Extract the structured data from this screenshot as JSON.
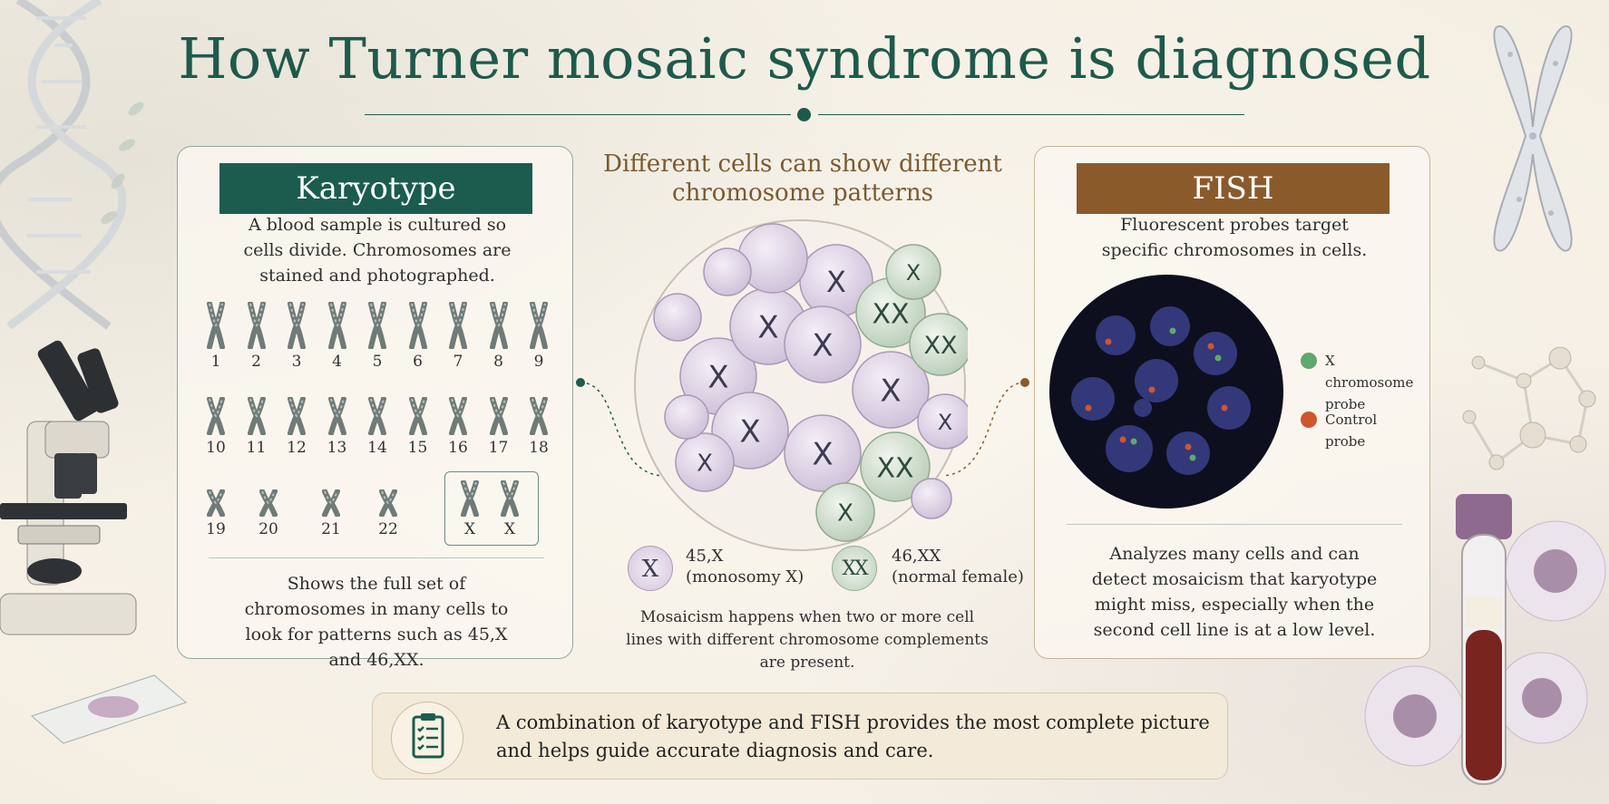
{
  "title": "How Turner mosaic syndrome is diagnosed",
  "karyotype": {
    "header": "Karyotype",
    "description": "A blood sample is cultured so cells divide. Chromosomes are stained and photographed.",
    "chromosomes_row1": [
      "1",
      "2",
      "3",
      "4",
      "5",
      "6",
      "7",
      "8",
      "9"
    ],
    "chromosomes_row2": [
      "10",
      "11",
      "12",
      "13",
      "14",
      "15",
      "16",
      "17",
      "18"
    ],
    "chromosomes_row3": [
      "19",
      "20",
      "21",
      "22"
    ],
    "sex_chromosomes": [
      "X",
      "X"
    ],
    "summary": "Shows the full set of chromosomes in many cells to look for patterns such as 45,X and 46,XX."
  },
  "center": {
    "title": "Different cells can show different chromosome patterns",
    "legend": [
      {
        "code": "45,X",
        "desc": "(monosomy X)",
        "glyph": "X"
      },
      {
        "code": "46,XX",
        "desc": "(normal female)",
        "glyph": "XX"
      }
    ],
    "note": "Mosaicism happens when two or more cell lines with different chromosome complements are present."
  },
  "fish": {
    "header": "FISH",
    "description": "Fluorescent probes target specific chromosomes in cells.",
    "legend": [
      {
        "label": "X chromosome probe",
        "color": "#5fa86e"
      },
      {
        "label": "Control probe",
        "color": "#d0552e"
      }
    ],
    "summary": "Analyzes many cells and can detect mosaicism that karyotype might miss, especially when the second cell line is at a low level."
  },
  "banner": {
    "text": "A combination of karyotype and FISH provides the most complete picture and helps guide accurate diagnosis and care."
  },
  "colors": {
    "green": "#1b5c4e",
    "brown": "#8b5a2b",
    "title": "#1e5a4c"
  }
}
